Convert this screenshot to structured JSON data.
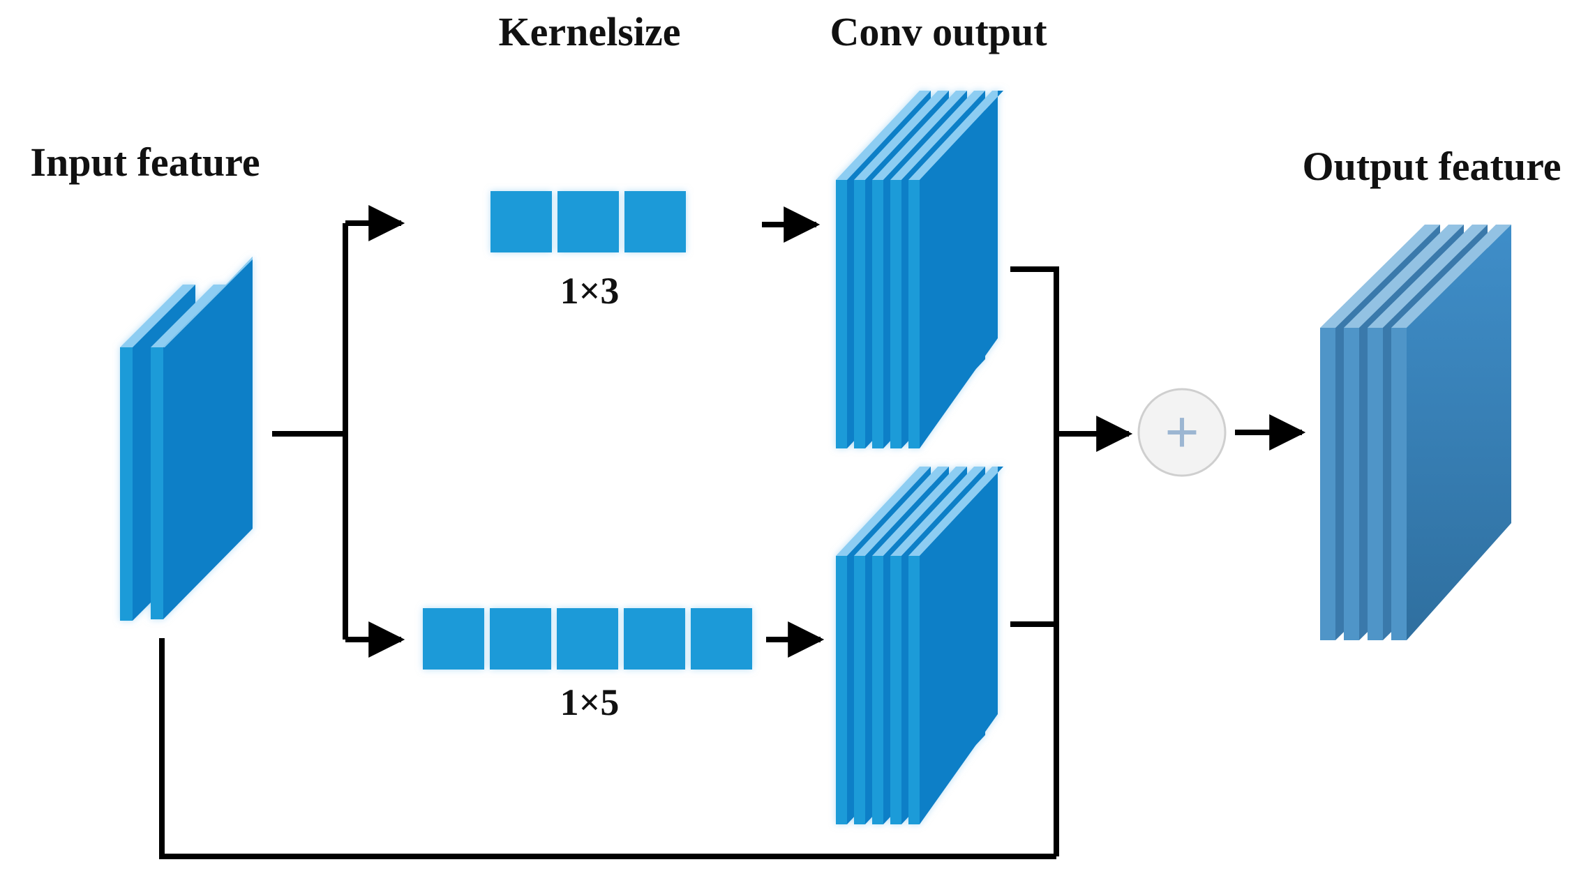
{
  "labels": {
    "input": "Input feature",
    "kernelsize": "Kernelsize",
    "conv_output": "Conv output",
    "output": "Output feature",
    "kernel_top": "1×3",
    "kernel_bottom": "1×5",
    "add": "+"
  },
  "colors": {
    "block_front": "#1f9bd8",
    "block_side": "#0a7fc7",
    "block_top": "#8dcdf2",
    "kernel_cell": "#1e9ad8",
    "output_front": "#4f95c8",
    "output_side": "#3a79ab",
    "output_top": "#93c2e3",
    "line": "#000000",
    "add_fill": "#f2f2f2",
    "add_stroke": "#c8c8c8",
    "add_plus": "#9bb4cf"
  },
  "kernels": {
    "top_cells": 3,
    "bottom_cells": 5
  }
}
